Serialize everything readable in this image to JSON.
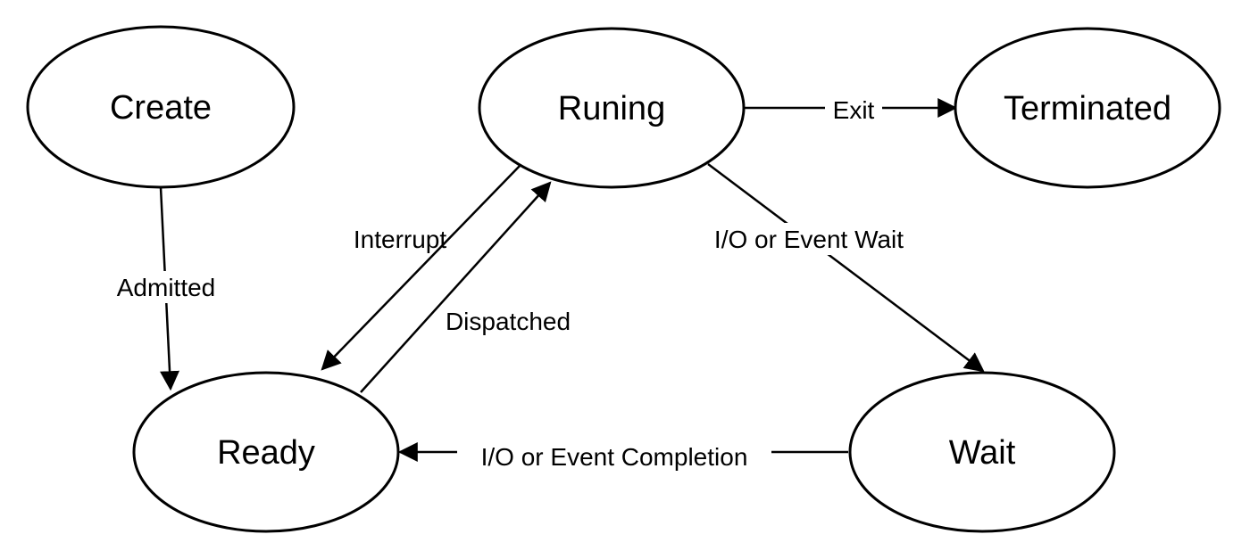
{
  "diagram": {
    "nodes": {
      "create": "Create",
      "running": "Runing",
      "terminated": "Terminated",
      "ready": "Ready",
      "wait": "Wait"
    },
    "edges": {
      "admitted": "Admitted",
      "interrupt": "Interrupt",
      "dispatched": "Dispatched",
      "exit": "Exit",
      "io_wait": "I/O or Event Wait",
      "io_completion": "I/O or Event Completion"
    },
    "colors": {
      "stroke": "#000000",
      "fill": "#ffffff"
    }
  }
}
